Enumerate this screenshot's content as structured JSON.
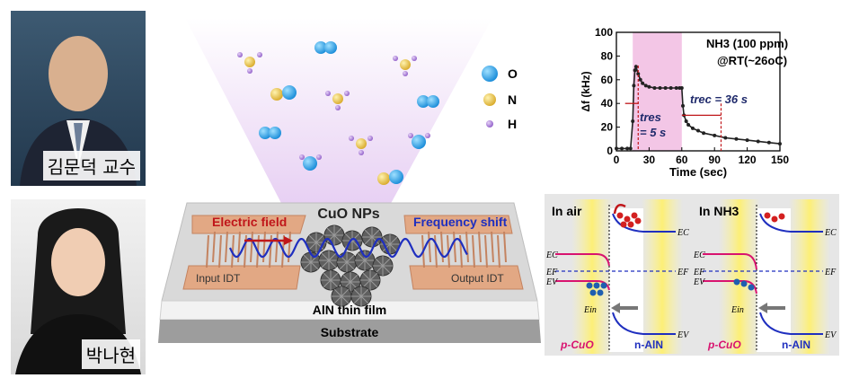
{
  "portraits": [
    {
      "name": "김문덕 교수"
    },
    {
      "name": "박나현"
    }
  ],
  "device": {
    "layer_film": "AlN thin film",
    "layer_substrate": "Substrate",
    "input_idt": "Input IDT",
    "output_idt": "Output IDT",
    "electric_field": "Electric field",
    "frequency_shift": "Frequency shift",
    "nps": "CuO NPs"
  },
  "legend": {
    "o": "O",
    "n": "N",
    "h": "H"
  },
  "chart_data": {
    "type": "line",
    "title": "NH3 (100 ppm)",
    "subtitle": "@RT(~26oC)",
    "xlabel": "Time (sec)",
    "ylabel": "Δf (kHz)",
    "xlim": [
      0,
      150
    ],
    "ylim": [
      0,
      100
    ],
    "xticks": [
      0,
      30,
      60,
      90,
      120,
      150
    ],
    "yticks": [
      0,
      20,
      40,
      60,
      80,
      100
    ],
    "shaded_region": [
      15,
      60
    ],
    "series": [
      {
        "x": [
          0,
          5,
          10,
          13,
          15,
          16,
          17,
          18,
          20,
          22,
          24,
          27,
          30,
          35,
          40,
          45,
          50,
          55,
          58,
          60,
          61,
          62,
          64,
          66,
          70,
          75,
          80,
          90,
          100,
          110,
          120,
          130,
          140,
          150
        ],
        "y": [
          2,
          2,
          2,
          2,
          25,
          55,
          68,
          71,
          65,
          60,
          57,
          55,
          54,
          53,
          53,
          53,
          53,
          53,
          53,
          53,
          38,
          30,
          25,
          22,
          19,
          17,
          15,
          13,
          11,
          10,
          9,
          8,
          7,
          6
        ]
      }
    ],
    "annotations": {
      "t_res": "tres",
      "t_res_value": "= 5 s",
      "t_rec": "trec = 36 s"
    }
  },
  "band_diagrams": [
    {
      "title": "In air",
      "ec": "EC",
      "ef": "EF",
      "ev": "EV",
      "ein": "Ein",
      "left_material": "p-CuO",
      "right_material": "n-AlN",
      "ec_right": "EC",
      "ef_right": "EF",
      "ev_right": "EV"
    },
    {
      "title": "In NH3",
      "ec": "EC",
      "ef": "EF",
      "ev": "EV",
      "ein": "Ein",
      "left_material": "p-CuO",
      "right_material": "n-AlN",
      "ec_right": "EC",
      "ef_right": "EF",
      "ev_right": "EV"
    }
  ],
  "colors": {
    "oxygen": "#2aa0e8",
    "nitrogen": "#e8c34a",
    "hydrogen": "#b07fd8",
    "electrode": "#e2a884",
    "wave": "#1f2fbf",
    "band_red": "#d8136f",
    "band_blue": "#1f2fbf",
    "shade": "#f3c6e6"
  }
}
